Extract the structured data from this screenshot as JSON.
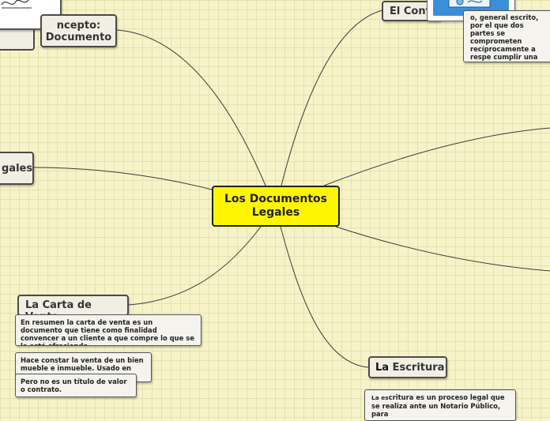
{
  "central": {
    "line1": "Los Documentos",
    "line2": "Legales"
  },
  "topics": {
    "concepto_line1": "ncepto:",
    "concepto_line2": "Documento",
    "contrato": "El Cont",
    "legales": "gales",
    "carta_venta": "La Carta de Venta",
    "escritura_prefix": "La",
    "escritura_rest": "Escritura"
  },
  "notes": {
    "contrato_def": "o, general escrito, por el que dos partes se comprometen recíprocamente a respe cumplir una serie de condiciones.",
    "carta_resumen": "En resumen la carta de venta es un documento que tiene como finalidad convencer a un cliente a que compre lo que se le está ofreciendo.",
    "carta_constar": "Hace constar la venta de un bien mueble e inmueble.  Usado en",
    "carta_titulo": "Pero no es un título de valor o contrato.",
    "escritura_prefix": "La es",
    "escritura_def": "critura es un proceso legal que se realiza ante un Notario Público, para"
  }
}
